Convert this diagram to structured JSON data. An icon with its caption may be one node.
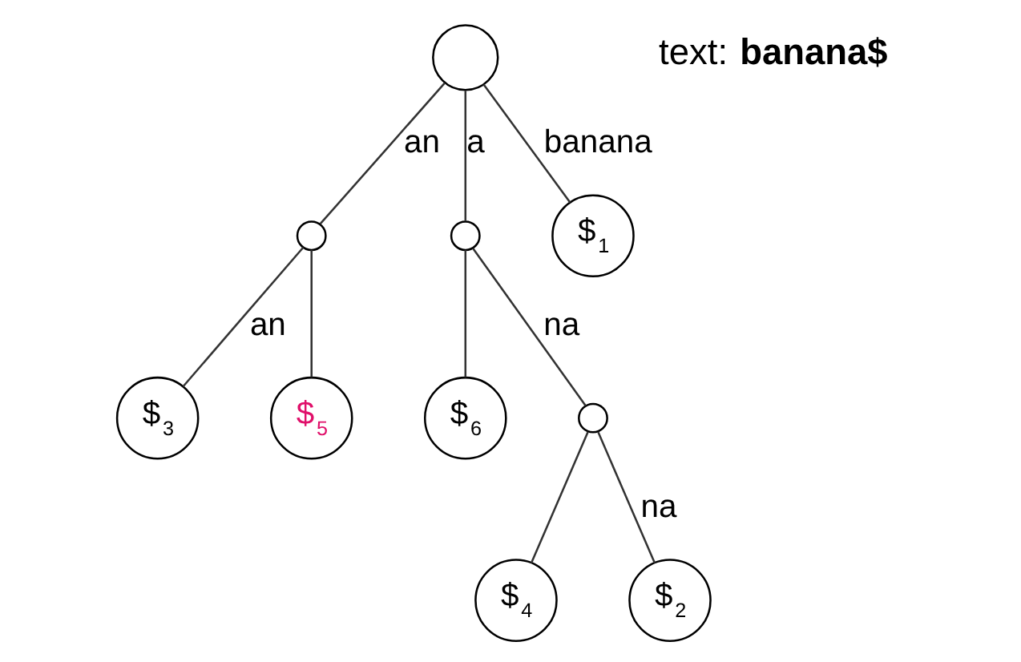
{
  "diagram": {
    "nodes": [
      {
        "text": [],
        "shape": "circle"
      },
      {
        "text": [],
        "shape": "circle"
      },
      {
        "text": [
          "$$_{3}$"
        ]
      },
      {
        "text": [
          "$$_{5}$"
        ]
      },
      {
        "text": [],
        "shape": "circle"
      },
      {
        "text": [
          "$$_{6}$"
        ]
      },
      {
        "text": [],
        "shape": "circle"
      },
      {
        "text": [
          "$$_{4}$"
        ]
      },
      {
        "text": [
          "$$_{2}$"
        ]
      },
      {
        "text": [
          "$$_{1}$"
        ]
      }
    ],
    "edges": [
      {
        "from": 0,
        "to": 1,
        "arrow": "none",
        "label": "an"
      },
      {
        "from": 1,
        "to": 2,
        "arrow": "none",
        "label": "an"
      },
      {
        "from": 1,
        "to": 3,
        "arrow": "none"
      },
      {
        "from": 0,
        "to": 4,
        "arrow": "none",
        "label": "a"
      },
      {
        "from": 4,
        "to": 5,
        "arrow": "none"
      },
      {
        "from": 4,
        "to": 6,
        "arrow": "none",
        "label": "na"
      },
      {
        "from": 6,
        "to": 7,
        "arrow": "none"
      },
      {
        "from": 6,
        "to": 8,
        "arrow": "none",
        "label": "na"
      },
      {
        "from": 0,
        "to": 9,
        "arrow": "none",
        "label": "banana"
      }
    ],
    "labels": [
      "text: **banana$**"
    ]
  }
}
